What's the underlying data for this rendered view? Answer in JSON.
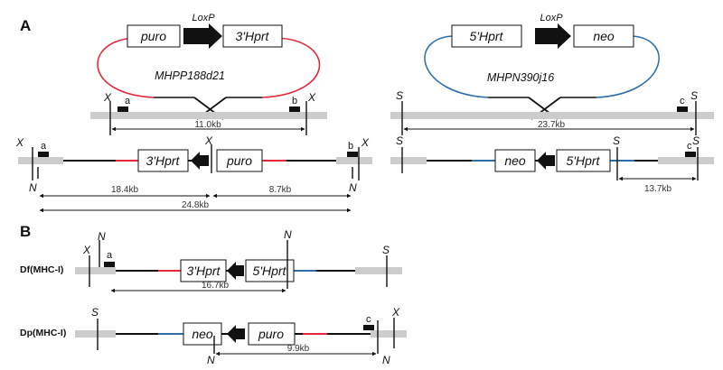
{
  "panels": {
    "a": "A",
    "b": "B"
  },
  "vectors": {
    "left": {
      "box1": "puro",
      "loxp": "LoxP",
      "box2": "3'Hprt",
      "name": "MHPP188d21"
    },
    "right": {
      "box1": "5'Hprt",
      "loxp": "LoxP",
      "box2": "neo",
      "name": "MHPN390j16"
    }
  },
  "elements": {
    "neo": "neo",
    "puro": "puro",
    "hprt3": "3'Hprt",
    "hprt5": "5'Hprt",
    "probe_a": "a",
    "probe_b": "b",
    "probe_c": "c"
  },
  "sites": {
    "x": "X",
    "s": "S",
    "n": "N"
  },
  "distances": {
    "left_target": "11.0kb",
    "right_target": "23.7kb",
    "left_n1": "18.4kb",
    "left_n2": "8.7kb",
    "left_total": "24.8kb",
    "right_recomb": "13.7kb",
    "df": "16.7kb",
    "dp": "9.9kb"
  },
  "rows": {
    "df": "Df(MHC-I)",
    "dp": "Dp(MHC-I)"
  },
  "colors": {
    "red_arm": "#e8283a",
    "blue_arm": "#2f6ea6",
    "chromosome": "#cccccc",
    "line": "#111111"
  }
}
